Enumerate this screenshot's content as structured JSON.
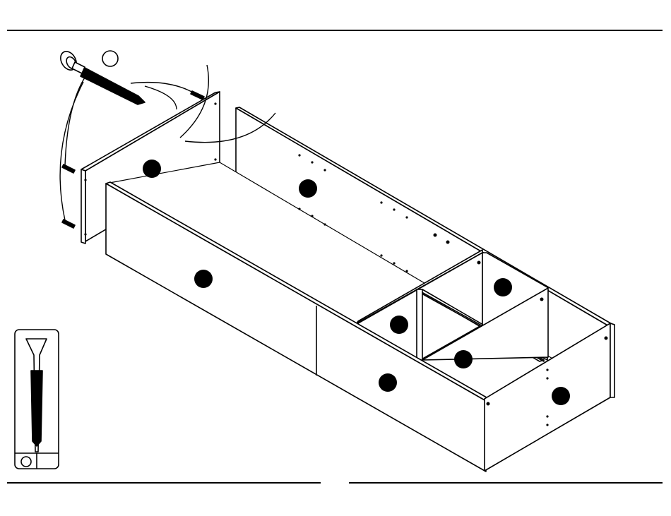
{
  "header": {
    "rule": "top-divider"
  },
  "diagram": {
    "type": "assembly-instruction",
    "subject": "drawer-box",
    "panel_markers": [
      "",
      "",
      "",
      "",
      "",
      "",
      "",
      ""
    ],
    "screw_callout": {
      "part_label": "",
      "icon": "long-screw-icon"
    },
    "hardware_box": {
      "part_label": "",
      "icon": "wood-screw-icon"
    },
    "colors": {
      "line": "#000000",
      "fill": "#ffffff",
      "marker": "#000000"
    }
  },
  "footer": {
    "left_rule": "footer-divider-left",
    "right_rule": "footer-divider-right"
  }
}
